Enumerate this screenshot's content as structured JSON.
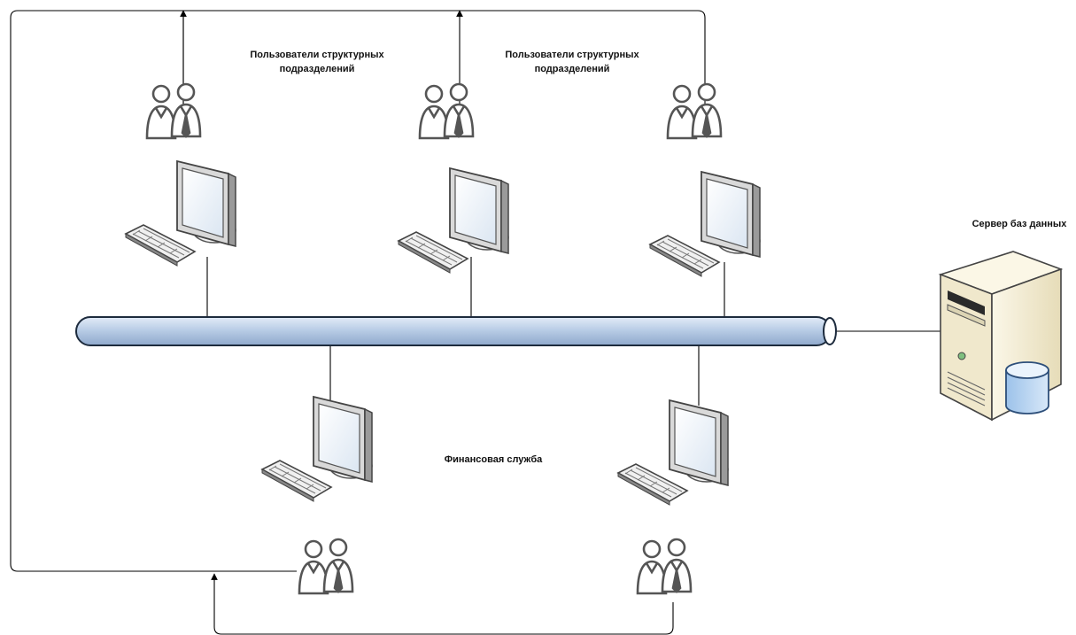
{
  "labels": {
    "users_left_line1": "Пользователи структурных",
    "users_left_line2": "подразделений",
    "users_right_line1": "Пользователи структурных",
    "users_right_line2": "подразделений",
    "finance": "Финансовая служба",
    "server": "Сервер баз данных"
  },
  "colors": {
    "bus_fill": "#b9cde6",
    "bus_stroke": "#1d2b3d",
    "line": "#000000",
    "icon_stroke": "#5a5a5a",
    "server_fill": "#f4eed6"
  },
  "icons": [
    "users-icon",
    "workstation-icon",
    "server-icon",
    "network-bus"
  ]
}
